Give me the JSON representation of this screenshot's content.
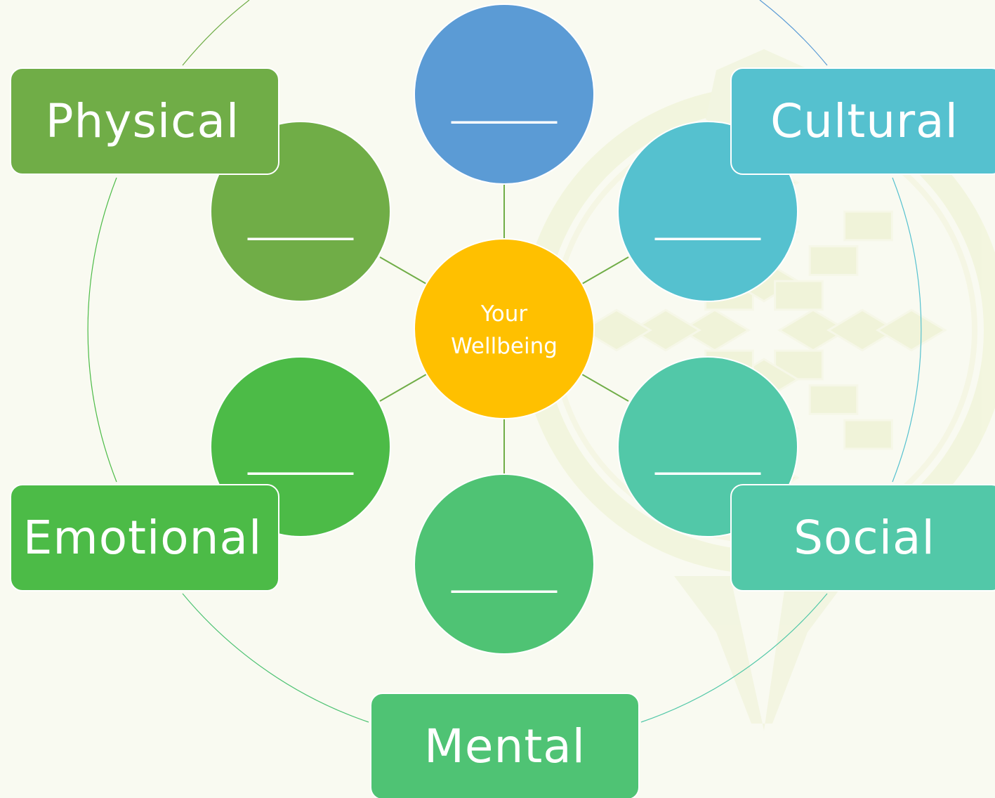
{
  "center": {
    "line1": "Your",
    "line2": "Wellbeing"
  },
  "domains": {
    "physical": "Physical",
    "cultural": "Cultural",
    "emotional": "Emotional",
    "social": "Social",
    "mental": "Mental"
  },
  "blanks": {
    "top": "______",
    "upper_left": "______",
    "upper_right": "______",
    "lower_left": "______",
    "lower_right": "______",
    "bottom": "______"
  },
  "colors": {
    "background": "#f9faf1",
    "center": "#ffc000",
    "top": "#5b9bd5",
    "physical": "#70ad47",
    "cultural": "#55c1cf",
    "emotional": "#4cbb47",
    "social": "#52c8a8",
    "mental": "#4fc374",
    "connector": "#70ad47",
    "watermark": "#ecefc8"
  }
}
